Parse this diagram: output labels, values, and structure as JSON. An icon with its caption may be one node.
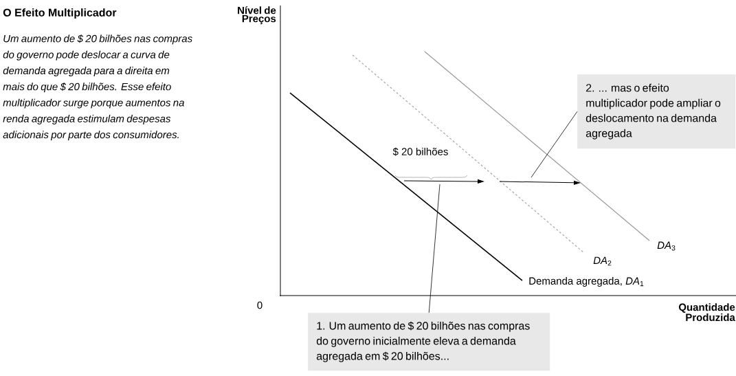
{
  "diagram": {
    "title": "O Efeito Multiplicador",
    "caption": "Um aumento de $ 20 bilhões nas compras do governo pode deslocar a curva de demanda agregada para a direita em mais do que $ 20 bilhões. Esse efeito multiplicador surge porque aumentos na renda agregada estimulam despesas adicionais por parte dos consumidores.",
    "nodes": [
      {
        "text": [
          "1. Um aumento de $ 20 bilhões nas compras do governo inicialmente eleva a demanda agregada em $ 20 bilhões..."
        ]
      },
      {
        "text": [
          "2. ... mas o efeito multiplicador pode ampliar o deslocamento na demanda agregada"
        ]
      }
    ],
    "edges": [
      {
        "from": 0,
        "to": null,
        "arrow": "none"
      },
      {
        "from": 1,
        "to": null,
        "arrow": "none"
      }
    ],
    "labels": [
      "Nível de Preços",
      "$ 20 bilhões",
      "*DA*$_{3}$",
      "*DA*$_{2}$",
      "Demanda agregada, *DA*$_{1}$",
      "0",
      "Quantidade Produzida"
    ]
  }
}
